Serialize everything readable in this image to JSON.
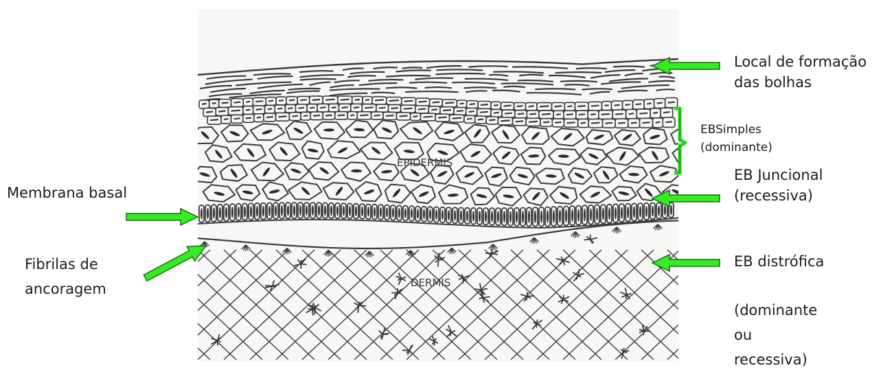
{
  "figure": {
    "epidermis_label": "EPIDERMIS",
    "dermis_label": "DERMIS",
    "background_color": "#f7f7f5",
    "ink_color": "#3a3a3a"
  },
  "annotations": {
    "bubble_site": "Local de formação\ndas bolhas",
    "eb_simples": "EBSimples\n(dominante)",
    "eb_juncional": "EB Juncional\n(recessiva)",
    "eb_distrofica": "EB distrófica",
    "eb_distrofica_note": "(dominante\nou\nrecessiva)",
    "membrana_basal": "Membrana basal",
    "fibrilas": "Fibrilas de\nancoragem"
  },
  "colors": {
    "arrow_fill": "#33ee22",
    "arrow_stroke": "#1a6b12",
    "bracket": "#22dd11"
  }
}
